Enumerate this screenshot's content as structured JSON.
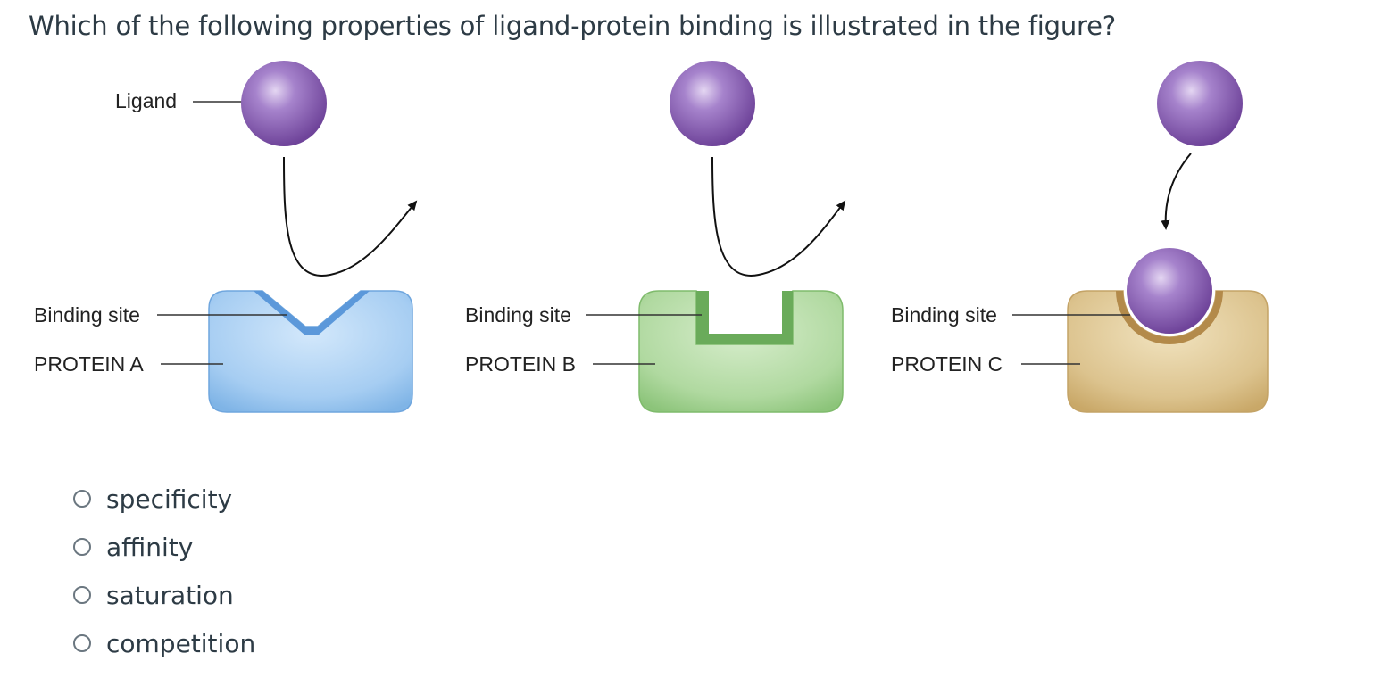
{
  "question": {
    "text": "Which of the following properties of ligand-protein binding is illustrated in the figure?"
  },
  "figure": {
    "ligand_label": "Ligand",
    "panels": [
      {
        "binding_site_label": "Binding site",
        "protein_label": "PROTEIN A",
        "color": "#a9cdf0",
        "outcome": "ligand does not bind"
      },
      {
        "binding_site_label": "Binding site",
        "protein_label": "PROTEIN B",
        "color": "#b6dca8",
        "outcome": "ligand does not bind"
      },
      {
        "binding_site_label": "Binding site",
        "protein_label": "PROTEIN C",
        "color": "#dcc38e",
        "outcome": "ligand binds"
      }
    ],
    "ligand_color": "#8e63b5"
  },
  "answers": {
    "options": [
      {
        "label": "specificity"
      },
      {
        "label": "affinity"
      },
      {
        "label": "saturation"
      },
      {
        "label": "competition"
      }
    ]
  }
}
